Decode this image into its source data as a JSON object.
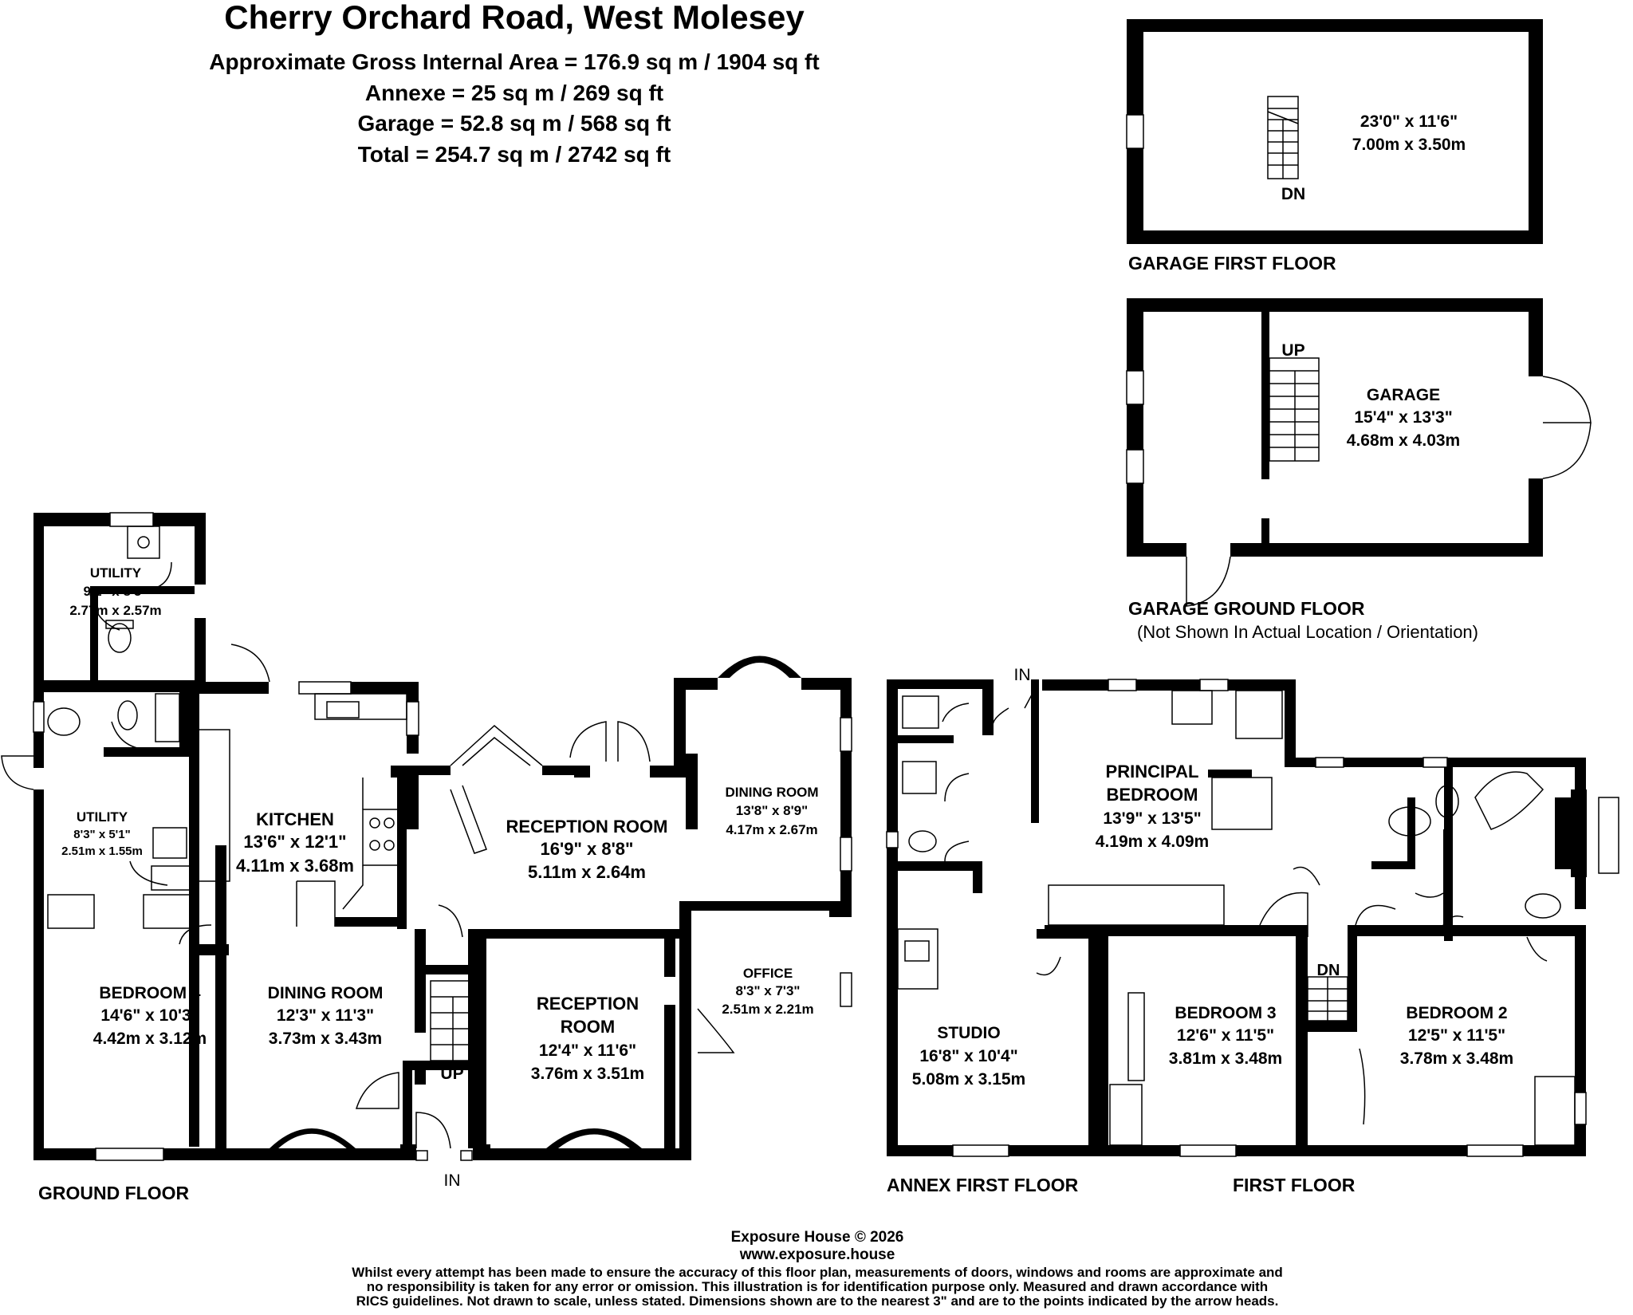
{
  "header": {
    "title": "Cherry Orchard Road, West Molesey",
    "areas": [
      "Approximate Gross Internal Area = 176.9 sq m / 1904 sq ft",
      "Annexe = 25 sq m / 269 sq ft",
      "Garage = 52.8 sq m / 568 sq ft",
      "Total = 254.7 sq m / 2742 sq ft"
    ]
  },
  "floors": {
    "ground": "GROUND FLOOR",
    "annex_first": "ANNEX FIRST FLOOR",
    "first": "FIRST FLOOR",
    "garage_first": "GARAGE FIRST FLOOR",
    "garage_ground": "GARAGE GROUND FLOOR",
    "garage_note": "(Not Shown In Actual Location / Orientation)"
  },
  "rooms": {
    "utility1": {
      "name": "UTILITY",
      "imperial": "9'1\" x 8'5\"",
      "metric": "2.77m x 2.57m"
    },
    "utility2": {
      "name": "UTILITY",
      "imperial": "8'3\" x 5'1\"",
      "metric": "2.51m x 1.55m"
    },
    "kitchen": {
      "name": "KITCHEN",
      "imperial": "13'6\" x 12'1\"",
      "metric": "4.11m x 3.68m"
    },
    "bedroom4": {
      "name": "BEDROOM 4",
      "imperial": "14'6\" x 10'3\"",
      "metric": "4.42m x 3.12m"
    },
    "dining_ground": {
      "name": "DINING ROOM",
      "imperial": "12'3\" x 11'3\"",
      "metric": "3.73m x 3.43m"
    },
    "reception1": {
      "name": "RECEPTION ROOM",
      "imperial": "16'9\" x 8'8\"",
      "metric": "5.11m x 2.64m"
    },
    "dining_room": {
      "name": "DINING ROOM",
      "imperial": "13'8\" x 8'9\"",
      "metric": "4.17m x 2.67m"
    },
    "reception2": {
      "name1": "RECEPTION",
      "name2": "ROOM",
      "imperial": "12'4\" x 11'6\"",
      "metric": "3.76m x 3.51m"
    },
    "office": {
      "name": "OFFICE",
      "imperial": "8'3\" x 7'3\"",
      "metric": "2.51m x 2.21m"
    },
    "studio": {
      "name": "STUDIO",
      "imperial": "16'8\" x 10'4\"",
      "metric": "5.08m x 3.15m"
    },
    "principal": {
      "name1": "PRINCIPAL",
      "name2": "BEDROOM",
      "imperial": "13'9\" x 13'5\"",
      "metric": "4.19m x 4.09m"
    },
    "bedroom3": {
      "name": "BEDROOM 3",
      "imperial": "12'6\" x 11'5\"",
      "metric": "3.81m x 3.48m"
    },
    "bedroom2": {
      "name": "BEDROOM 2",
      "imperial": "12'5\" x 11'5\"",
      "metric": "3.78m x 3.48m"
    },
    "garage_first": {
      "imperial": "23'0\" x 11'6\"",
      "metric": "7.00m x 3.50m"
    },
    "garage": {
      "name": "GARAGE",
      "imperial": "15'4\" x 13'3\"",
      "metric": "4.68m x 4.03m"
    }
  },
  "markers": {
    "up": "UP",
    "dn": "DN",
    "in": "IN"
  },
  "footer": {
    "copyright": "Exposure House © 2026",
    "url": "www.exposure.house",
    "disclaimer": [
      "Whilst every attempt has been made to ensure the accuracy of this floor plan, measurements of doors, windows and rooms are approximate and",
      "no responsibility is taken for any error or omission. This illustration is for identification purpose only. Measured and drawn accordance with",
      "RICS guidelines. Not drawn to scale, unless stated. Dimensions shown are to the nearest 3\" and are to the points indicated by the arrow heads."
    ]
  }
}
